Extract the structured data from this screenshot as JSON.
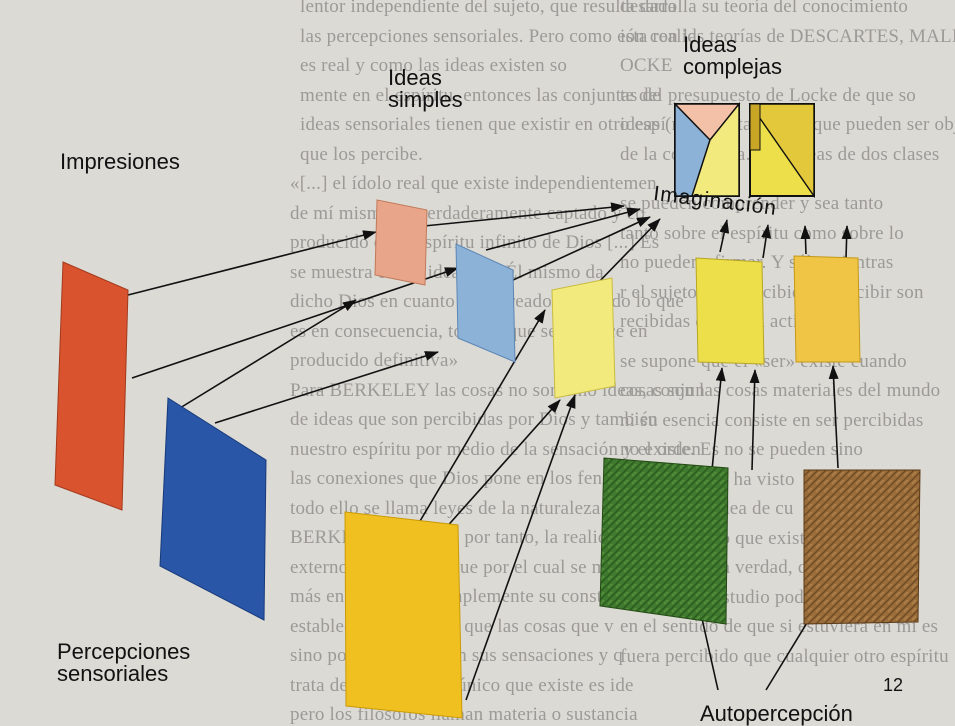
{
  "labels": {
    "ideas_complejas": "Ideas\ncomplejas",
    "ideas_simples": "Ideas\nsimples",
    "impresiones": "Impresiones",
    "percepciones": "Percepciones\nsensoriales",
    "imaginacion": "Imaginación",
    "autopercepcion": "Autopercepción",
    "page_number": "12"
  },
  "background_text": [
    "lentor independiente del sujeto, que resulta dada",
    "las percepciones sensoriales. Pero como esta realid",
    "es real y como las ideas existen so",
    "mente en el espíritu, entonces las conjuntas de",
    "ideas sensoriales tienen que existir en otro espí",
    "que los percibe.",
    "«[...] el ídolo real que existe independientemen",
    "de mí mismo es verdaderamente captado y co",
    "producido en el espíritu infinito de Dios [...] Es",
    "se muestra en las ideas que Él mismo da",
    "dicho Dios en cuanto es el creador [...] todo lo que",
    "es en consecuencia, todo lo que se produce en",
    "producido definitiva»",
    "Para BERKELEY las cosas no son sino ideas, conjun",
    "de ideas que son percibidas por Dios y también",
    "nuestro espíritu por medio de la sensación y el orden",
    "las conexiones que Dios pone en los fenómenos",
    "todo ello se llama leyes de la naturaleza.",
    "BERKELEY rechaza, por tanto, la realidad del mun",
    "externo, que tiempo que por el cual se muestra p",
    "más en el sentido, simplemente su constitución materia",
    "establecido no es más que las cosas que v",
    "sino por sí mismo, con sus sensaciones y q",
    "trata de algo real. Lo único que existe es ide",
    "pero los filósofos llaman materia o sustancia"
  ],
  "background_text_right": [
    "desarrolla su teoría del conocimiento",
    "ión con las teorías de DESCARTES, MALE",
    "OCKE",
    "te del presupuesto de Locke de que so",
    "ideas (representaciones) que pueden ser objet",
    "de la conciencia. Hay ideas de dos clases",
    "se pueden comprender y sea tanto",
    "tanto sobre el espíritu como sobre lo",
    "no pueden afirmar. Y sólo mientras",
    "r el sujeto. Ser percibido y percibir son",
    "recibidas de forma activa",
    "se supone que el «ser» existe cuando",
    "cosas son las cosas materiales del mundo",
    "ni su esencia consiste en ser percibidas",
    "no existe. Es no se pueden sino",
    "ideas, si no se ha visto",
    "rpi n serí in idea de cu",
    "que es cuando que existe sobre algo",
    "real bien en la verdad, que y si",
    "fuera de mi estudio podría afirmar su",
    "en el sentido de que si estuviera en mi es",
    "fuera percibido que cualquier otro espíritu"
  ],
  "colors": {
    "impresion_orange": "#d8532e",
    "impresion_blue": "#2a56a8",
    "impresion_yellow": "#f0c020",
    "simple_pink": "#e9a589",
    "simple_lightblue": "#8db2d8",
    "simple_yellow": "#f2ea7c",
    "complex_yellow": "#ecdf4a",
    "complex_gold": "#f0c444",
    "green_square": "#3f7a2e",
    "brown_square": "#9a6d3a"
  }
}
